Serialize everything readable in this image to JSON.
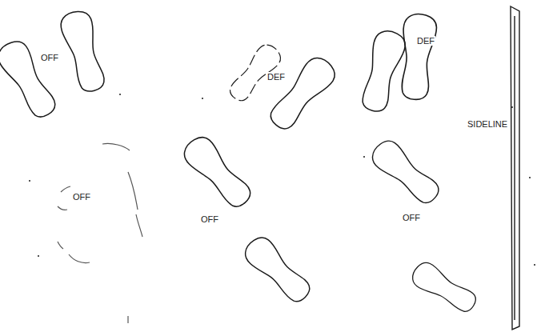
{
  "diagram": {
    "labels": [
      "OFF",
      "DEF",
      "DEF",
      "SIDELINE",
      "OFF",
      "OFF",
      "OFF"
    ]
  }
}
